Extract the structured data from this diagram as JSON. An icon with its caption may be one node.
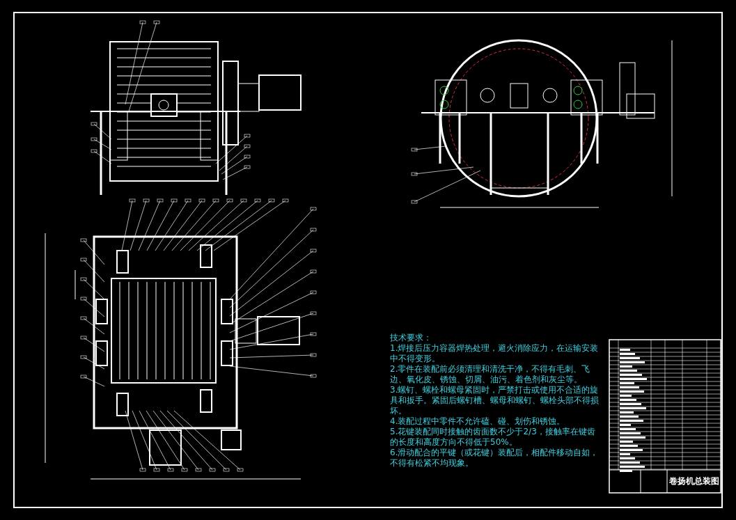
{
  "diagram": {
    "labels": [
      "技术要求：",
      "1.焊接后压力容器焊热处理，避火消除应力，在运输安装中不得变形。",
      "2.零件在装配前必须清理和清洗干净，不得有毛刺、飞边、氧化皮、锈蚀、切屑、油污、着色剂和灰尘等。",
      "3.螺钉、螺栓和螺母紧固时，严禁打击或使用不合适的旋具和扳手。紧固后螺钉槽、螺母和螺钉、螺栓头部不得损坏。",
      "4.装配过程中零件不允许磕、碰、划伤和锈蚀。",
      "5.花键装配同时接触的齿面数不少于2/3，接触率在键齿的长度和高度方向不得低于50%。",
      "6.滑动配合的平键（或花键）装配后，相配件移动自如，不得有松紧不均现象。",
      "卷扬机总装图"
    ]
  }
}
